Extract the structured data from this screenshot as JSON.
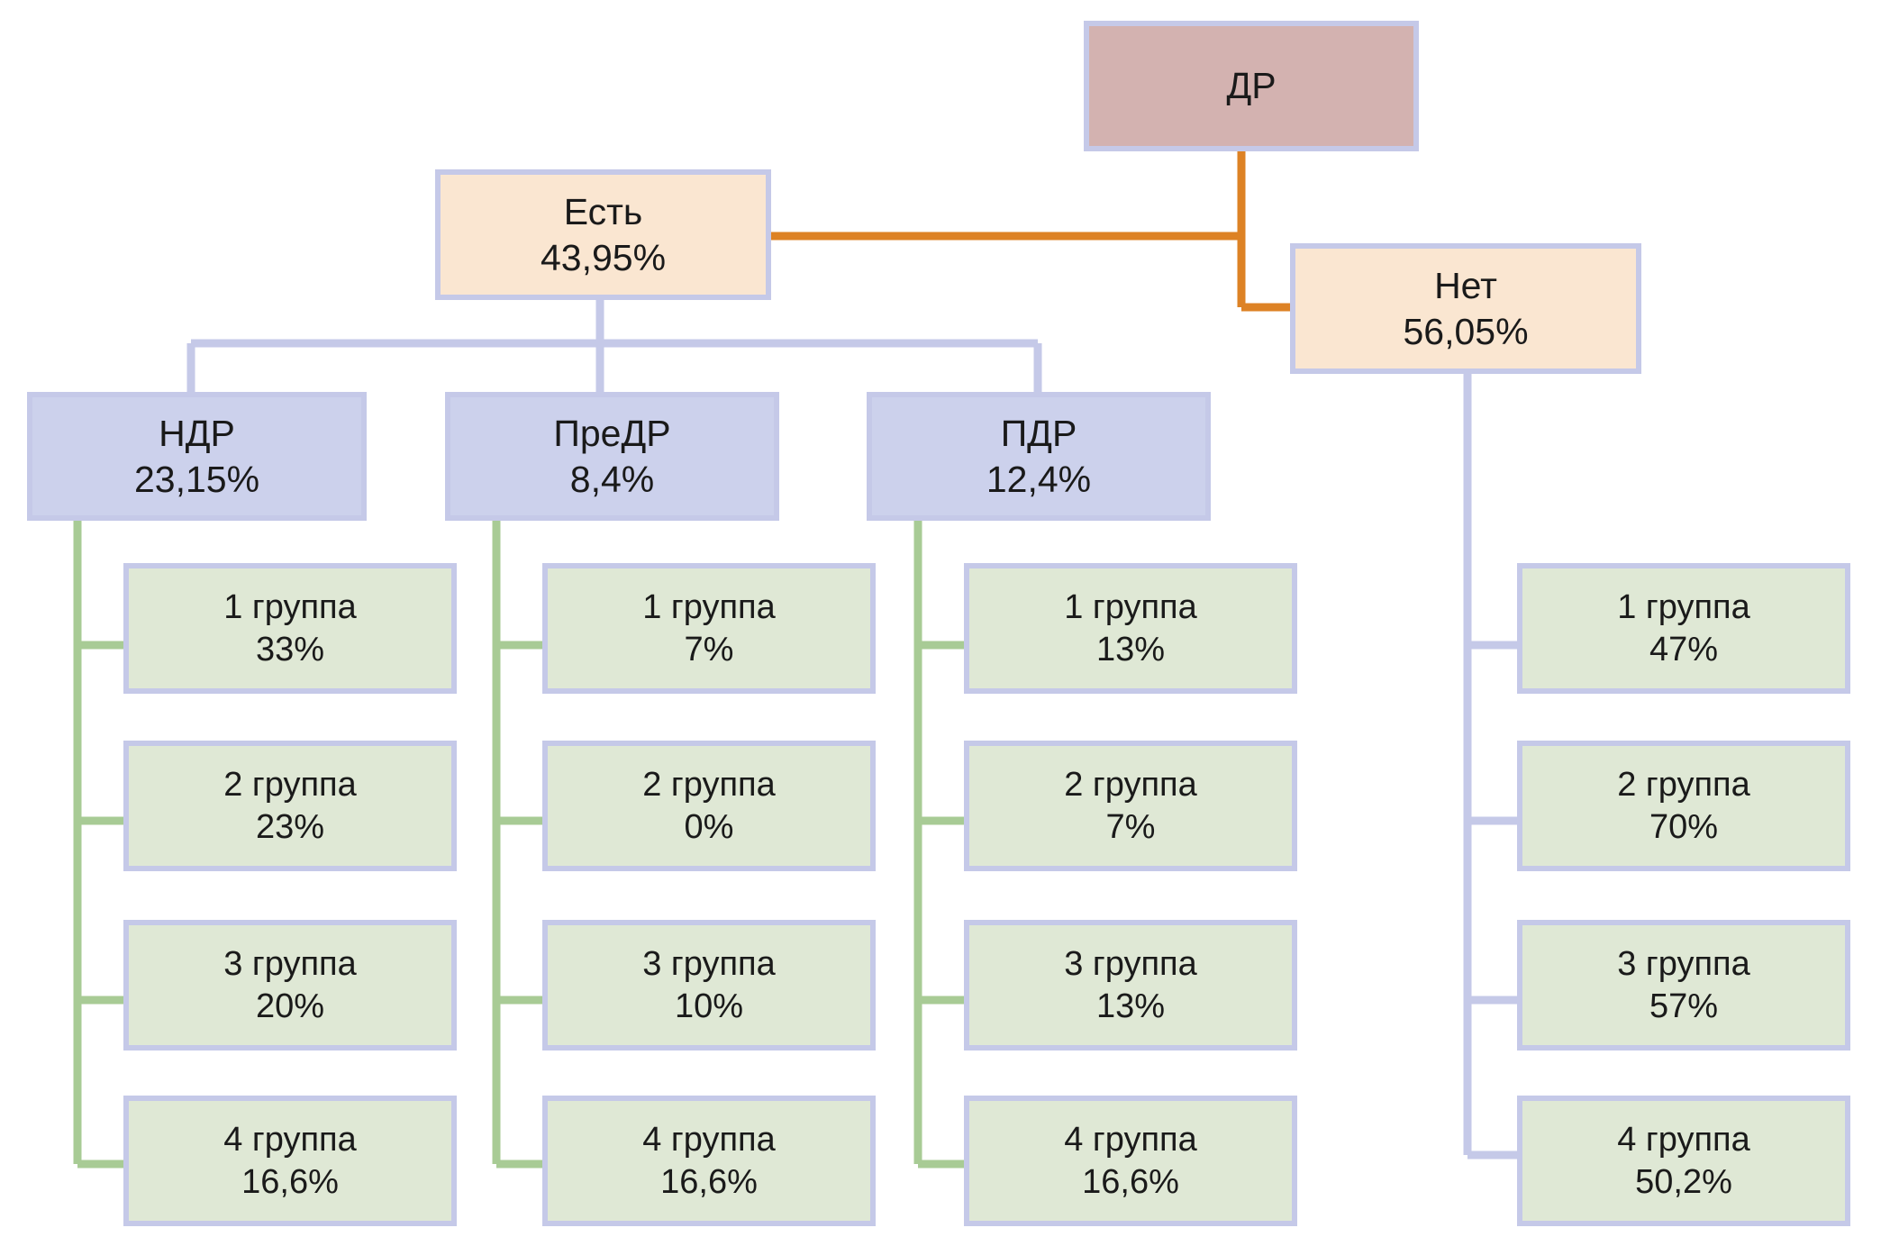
{
  "diagram": {
    "type": "tree",
    "root": {
      "id": "dr",
      "label": "ДР",
      "value": ""
    },
    "branches": [
      {
        "id": "est",
        "label": "Есть",
        "value": "43,95%"
      },
      {
        "id": "net",
        "label": "Нет",
        "value": "56,05%"
      }
    ],
    "stages": [
      {
        "id": "ndr",
        "label": "НДР",
        "value": "23,15%"
      },
      {
        "id": "predr",
        "label": "ПреДР",
        "value": "8,4%"
      },
      {
        "id": "pdr",
        "label": "ПДР",
        "value": "12,4%"
      }
    ],
    "groups": {
      "ndr": [
        {
          "label": "1 группа",
          "value": "33%"
        },
        {
          "label": "2 группа",
          "value": "23%"
        },
        {
          "label": "3 группа",
          "value": "20%"
        },
        {
          "label": "4 группа",
          "value": "16,6%"
        }
      ],
      "predr": [
        {
          "label": "1 группа",
          "value": "7%"
        },
        {
          "label": "2 группа",
          "value": "0%"
        },
        {
          "label": "3 группа",
          "value": "10%"
        },
        {
          "label": "4 группа",
          "value": "16,6%"
        }
      ],
      "pdr": [
        {
          "label": "1 группа",
          "value": "13%"
        },
        {
          "label": "2 группа",
          "value": "7%"
        },
        {
          "label": "3 группа",
          "value": "13%"
        },
        {
          "label": "4 группа",
          "value": "16,6%"
        }
      ],
      "net": [
        {
          "label": "1 группа",
          "value": "47%"
        },
        {
          "label": "2 группа",
          "value": "70%"
        },
        {
          "label": "3 группа",
          "value": "57%"
        },
        {
          "label": "4 группа",
          "value": "50,2%"
        }
      ]
    },
    "colors": {
      "root_fill": "#d3b2b0",
      "branch_fill": "#fae6d1",
      "stage_fill": "#ccd1ec",
      "leaf_fill": "#dfe8d5",
      "border": "#c5c9e8",
      "edge_orange": "#dd8225",
      "edge_lavender": "#c5c9e8",
      "edge_green": "#a8cb95",
      "background": "#ffffff",
      "text": "#1a1a1a"
    }
  }
}
